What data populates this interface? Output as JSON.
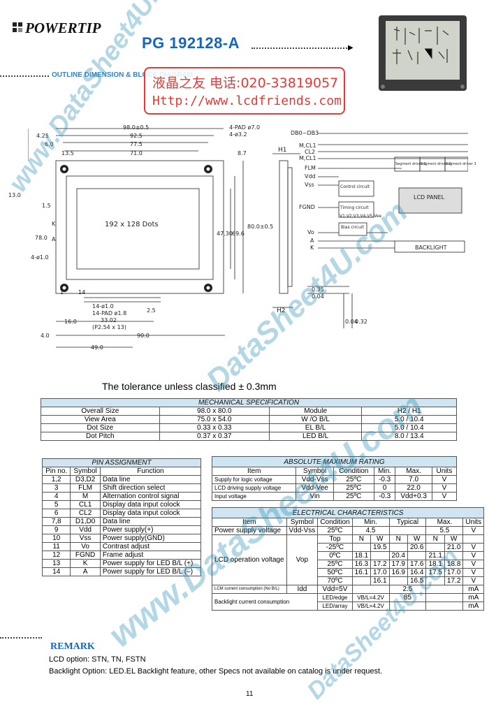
{
  "brand": {
    "name": "POWERTIP",
    "model": "PG 192128-A",
    "subtitle": "OUTLINE DIMENSION & BLOCK DIAGRAM"
  },
  "stamp": {
    "line1": "液晶之友 电话:020-33819057",
    "line2": "Http://www.lcdfriends.com"
  },
  "watermarks": {
    "w1": "www.DataSheet4U.com",
    "w2": "DataSheet4U.com",
    "w3": "www.DataSheet4U.com",
    "w4": "DataSheet4U.com"
  },
  "drawing": {
    "w98": "98.0±0.5",
    "w925": "92.5",
    "w775": "77.5",
    "w710": "71.0",
    "w425": "4.25",
    "w60": "6.0",
    "w135": "13.5",
    "pad": "4-PAD ø7.0",
    "hole": "4-ø3.2",
    "d87": "8.7",
    "dots": "192 x 128 Dots",
    "d130": "13.0",
    "d15": "1.5",
    "d780": "78.0",
    "d10": "4-ø1.0",
    "d473": "47.30",
    "d696": "69.6",
    "d800": "80.0±0.5",
    "n1": "1",
    "n14": "14",
    "hole14": "14-ø1.0",
    "pad14": "14-PAD ø1.8",
    "d3302": "33.02",
    "p254": "(P2.54 x 13)",
    "d160": "16.0",
    "d25": "2.5",
    "d40": "4.0",
    "d900": "90.0",
    "d490": "49.0",
    "h1": "H1",
    "h2": "H2",
    "d035": "0.35",
    "d004": "0.04",
    "d004b": "0.04",
    "d032": "0.32",
    "K": "K",
    "A": "A"
  },
  "block": {
    "db": "DB0~DB3",
    "mcl1": "M,CL1",
    "cl2": "CL2",
    "mcl1b": "M,CL1",
    "flm": "FLM",
    "vdd": "Vdd",
    "vss": "Vss",
    "fgnd": "FGND",
    "vo": "Vo",
    "a": "A",
    "k": "K",
    "panel": "LCD PANEL",
    "backlight": "BACKLIGHT",
    "bias": "Bias circuit",
    "ctrl": "Control circuit",
    "ctrl2": "Timing circuit",
    "vvee": "V1,V2,V3,V4,V5,Vee",
    "sd1": "Segment driver 1",
    "sd2": "Segment driver 2",
    "sd3": "Segment driver 3"
  },
  "tolerance": "The  tolerance  unless  classified ± 0.3mm",
  "mech": {
    "title": "MECHANICAL  SPECIFICATION",
    "rows": [
      [
        "Overall Size",
        "98.0 x 80.0",
        "Module",
        "H2 / H1"
      ],
      [
        "View Area",
        "75.0 x 54.0",
        "W /O  B/L",
        "5.0 / 10.4"
      ],
      [
        "Dot Size",
        "0.33 x 0.33",
        "EL B/L",
        "5.0 / 10.4"
      ],
      [
        "Dot Pitch",
        "0.37 x 0.37",
        "LED B/L",
        "8.0 / 13.4"
      ]
    ]
  },
  "pins": {
    "title": "PIN  ASSIGNMENT",
    "h": [
      "Pin no.",
      "Symbol",
      "Function"
    ],
    "rows": [
      [
        "1,2",
        "D3,D2",
        "Data line"
      ],
      [
        "3",
        "FLM",
        "Shift direction select"
      ],
      [
        "4",
        "M",
        "Alternation control signal"
      ],
      [
        "5",
        "CL1",
        "Display data input colock"
      ],
      [
        "6",
        "CL2",
        "Display data input colock"
      ],
      [
        "7,8",
        "D1,D0",
        "Data line"
      ],
      [
        "9",
        "Vdd",
        "Power supply(+)"
      ],
      [
        "10",
        "Vss",
        "Power supply(GND)"
      ],
      [
        "11",
        "Vo",
        "Contrast adjust"
      ],
      [
        "12",
        "FGND",
        "Frame adjust"
      ],
      [
        "13",
        "K",
        "Power supply for LED B/L (+)"
      ],
      [
        "14",
        "A",
        "Power supply for LED B/L (–)"
      ]
    ]
  },
  "abs": {
    "title": "ABSOLUTE MAXIMUM RATING",
    "h": [
      "Item",
      "Symbol",
      "Condition",
      "Min.",
      "Max.",
      "Units"
    ],
    "rows": [
      [
        "Supply for logic voltage",
        "Vdd-Vss",
        "25ºC",
        "-0.3",
        "7.0",
        "V"
      ],
      [
        "LCD driving supply voltage",
        "Vdd-Vee",
        "25ºC",
        "0",
        "22.0",
        "V"
      ],
      [
        "Input voltage",
        "Vin",
        "25ºC",
        "-0.3",
        "Vdd+0.3",
        "V"
      ]
    ]
  },
  "elec": {
    "title": "ELECTRICAL  CHARACTERISTICS",
    "h": [
      "Item",
      "Symbol",
      "Condition",
      "Min.",
      "Typical",
      "Max.",
      "Units"
    ],
    "r1": [
      "Power supply voltage",
      "Vdd-Vss",
      "25ºC",
      "4.5",
      "",
      "5.5",
      "V"
    ],
    "vop": {
      "item": "LCD operation voltage",
      "symbol": "Vop",
      "top": "Top",
      "N": "N",
      "W": "W",
      "rows": [
        [
          "-25ºC",
          "",
          "19.5",
          "",
          "20.6",
          "",
          "21.0",
          "V"
        ],
        [
          "0ºC",
          "18.1",
          "",
          "20.4",
          "",
          "21.1",
          "",
          "V"
        ],
        [
          "25ºC",
          "16.3",
          "17.2",
          "17.9",
          "17.6",
          "18.1",
          "18.8",
          "V"
        ],
        [
          "50ºC",
          "16.1",
          "17.0",
          "16.9",
          "16.4",
          "17.5",
          "17.0",
          "V"
        ],
        [
          "70ºC",
          "",
          "16.1",
          "",
          "16.5",
          "",
          "17.2",
          "V"
        ]
      ]
    },
    "idd": [
      "LCM current consumption (No B/L)",
      "Idd",
      "Vdd=5V",
      "",
      "2.5",
      "",
      "mA"
    ],
    "bl": {
      "item": "Backlight current consumption",
      "r1": [
        "LED/edge",
        "VB/L=4.2V",
        "",
        "85",
        "",
        "mA"
      ],
      "r2": [
        "LED/array",
        "VB/L=4.2V",
        "",
        "",
        "",
        "mA"
      ]
    }
  },
  "remark": {
    "title": "REMARK",
    "l1": "LCD option: STN, TN, FSTN",
    "l2": "Backlight Option:  LED.EL Backlight feature, other Specs not available on catalog is under request."
  },
  "page": "11"
}
